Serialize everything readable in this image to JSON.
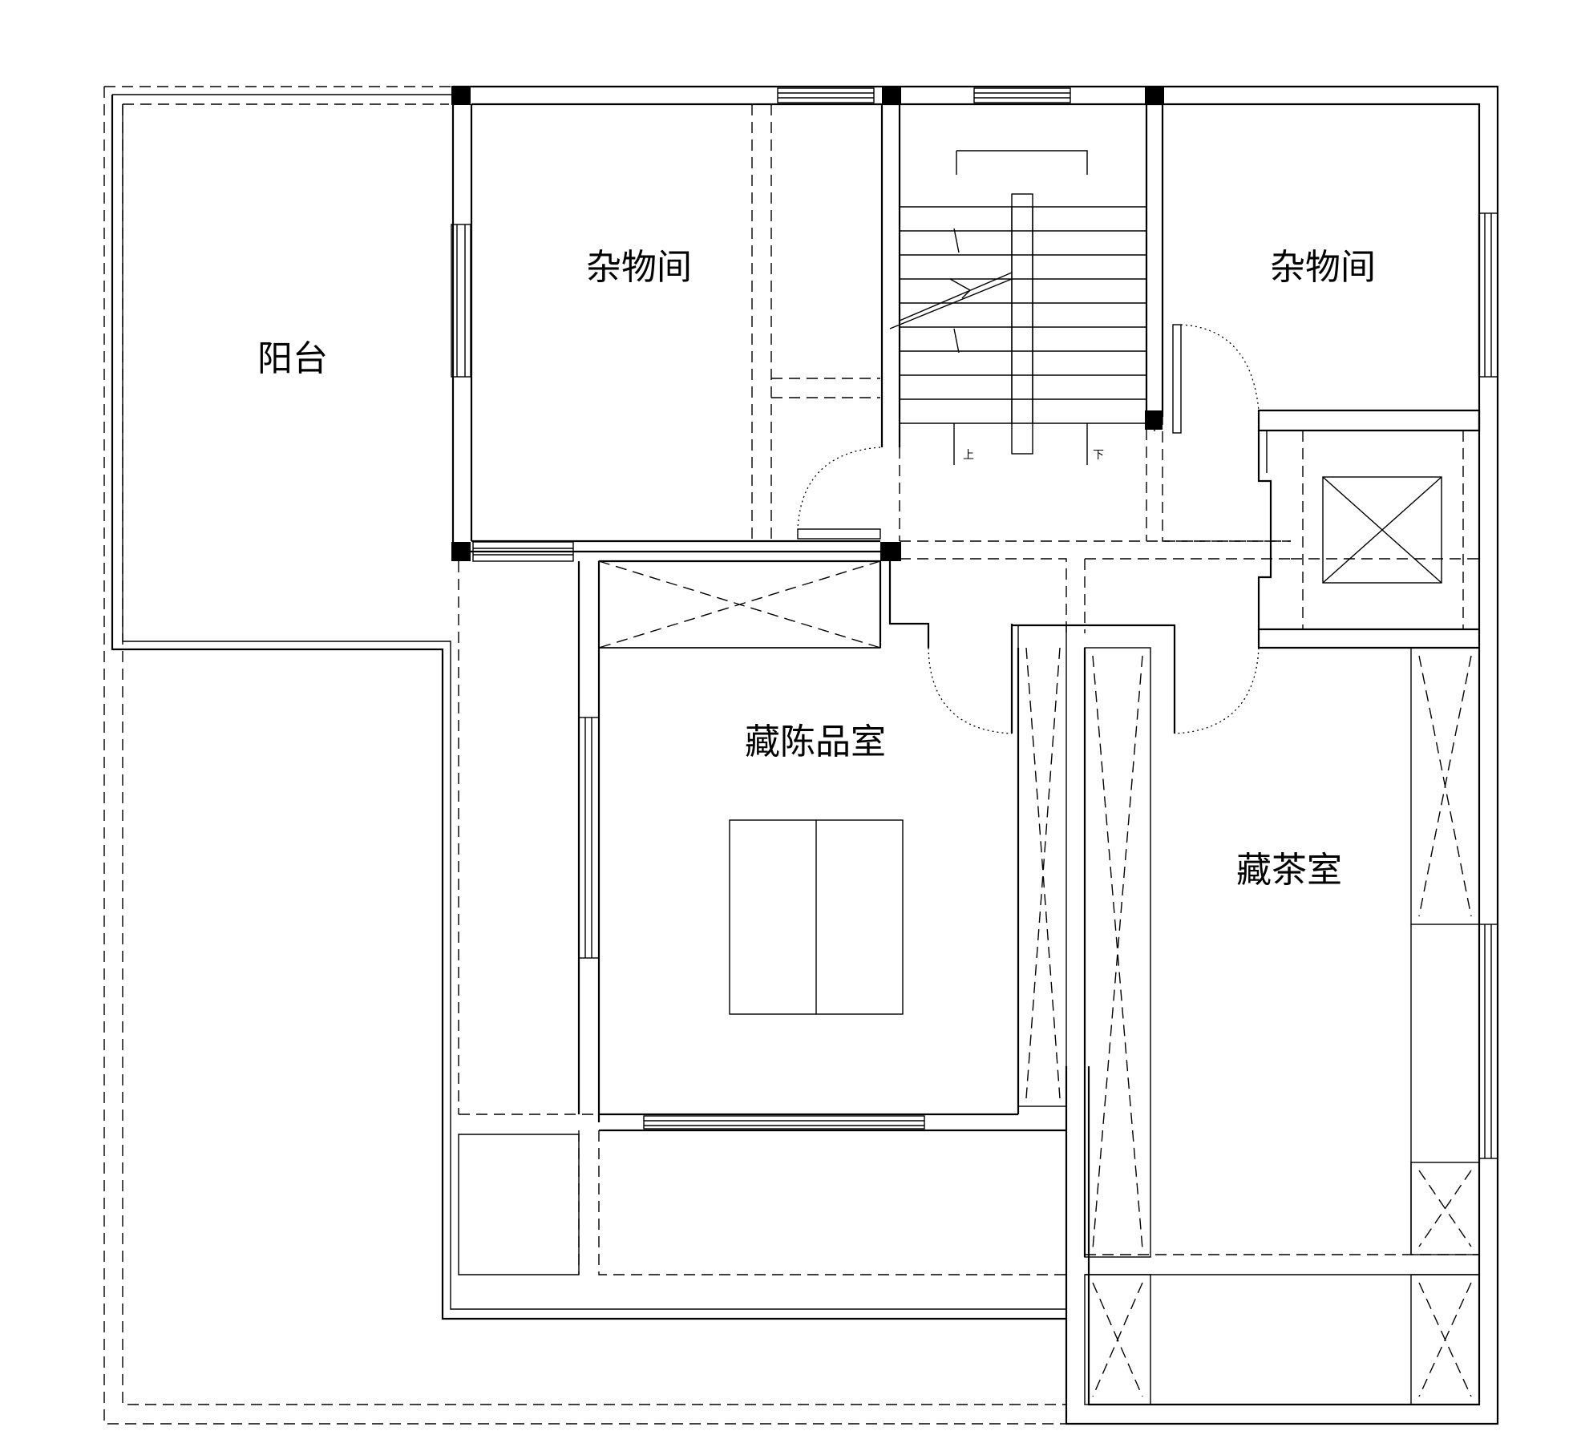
{
  "rooms": {
    "balcony": "阳台",
    "storage_left": "杂物间",
    "storage_right": "杂物间",
    "collection_room": "藏陈品室",
    "tea_room": "藏茶室"
  },
  "stairs": {
    "up": "上",
    "down": "下"
  }
}
